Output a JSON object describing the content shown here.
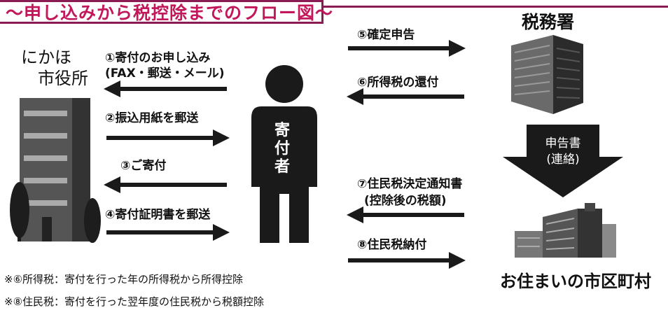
{
  "title": "〜申し込みから税控除までのフロー図〜",
  "nodes": {
    "city_office": [
      "にかほ",
      "市役所"
    ],
    "tax_office": "税務署",
    "donor": [
      "寄",
      "付",
      "者"
    ],
    "municipality": "お住まいの市区町村"
  },
  "steps": {
    "s1_line1": "①寄付のお申し込み",
    "s1_line2": "(FAX・郵送・メール)",
    "s2": "②振込用紙を郵送",
    "s3": "③ご寄付",
    "s4": "④寄付証明書を郵送",
    "s5": "⑤確定申告",
    "s6": "⑥所得税の還付",
    "s7_line1": "⑦住民税決定通知書",
    "s7_line2": "(控除後の税額)",
    "s8": "⑧住民税納付"
  },
  "down_arrow": [
    "申告書",
    "(連絡)"
  ],
  "notes": [
    "※⑥所得税：寄付を行った年の所得税から所得控除",
    "※⑧住民税：寄付を行った翌年度の住民税から税額控除"
  ],
  "colors": {
    "title_text": "#c2185b",
    "title_border": "#8b1b55",
    "dark": "#1a1a1a"
  }
}
